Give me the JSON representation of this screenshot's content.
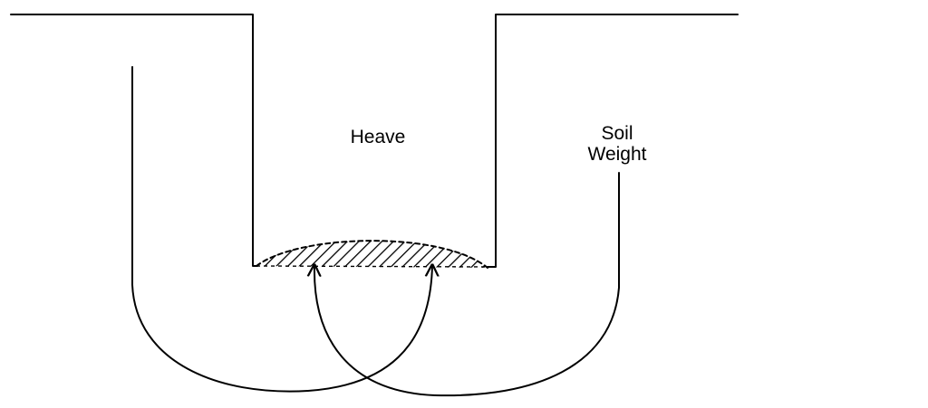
{
  "labels": {
    "heave": "Heave",
    "soil_weight_line1": "Soil",
    "soil_weight_line2": "Weight"
  },
  "colors": {
    "stroke": "#000000",
    "background": "#ffffff"
  }
}
